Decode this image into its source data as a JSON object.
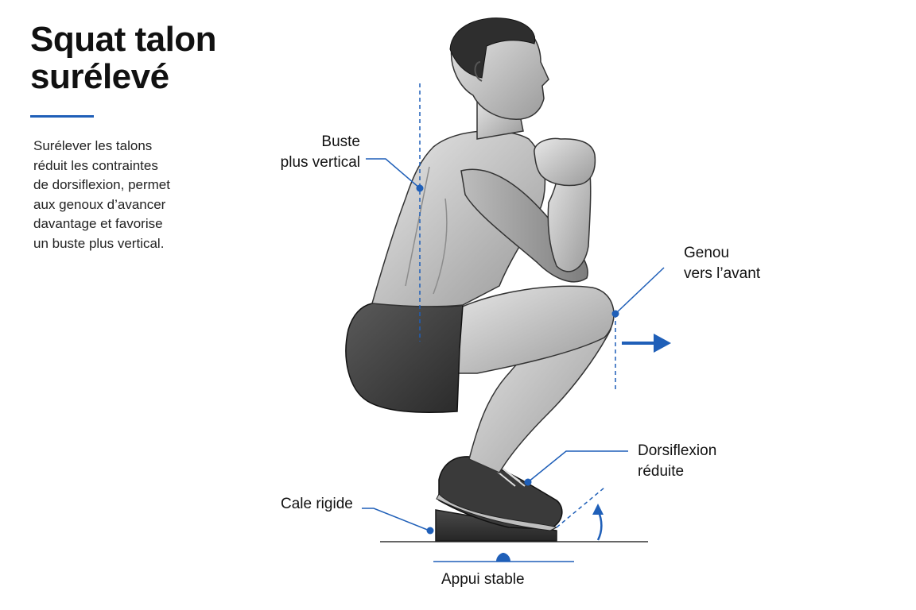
{
  "title": {
    "line1": "Squat talon",
    "line2": "surélevé"
  },
  "description": {
    "lines": [
      "Surélever les talons",
      "réduit les contraintes",
      "de dorsiflexion, permet",
      "aux genoux d’avancer",
      "davantage et favorise",
      "un buste plus vertical."
    ]
  },
  "annotations": {
    "torso": {
      "line1": "Buste",
      "line2": "plus vertical"
    },
    "knee": {
      "line1": "Genou",
      "line2": "vers l’avant"
    },
    "ankle": {
      "line1": "Dorsiflexion",
      "line2": "réduite"
    },
    "wedge": {
      "line1": "Cale rigide"
    },
    "base": {
      "line1": "Appui stable"
    }
  },
  "colors": {
    "accent": "#1f5fb8",
    "text": "#111111"
  }
}
